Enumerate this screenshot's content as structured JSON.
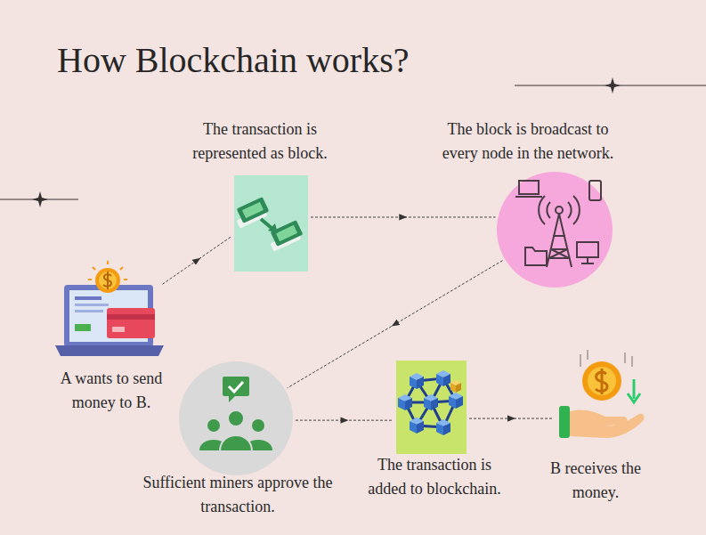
{
  "diagram": {
    "title": "How Blockchain works?",
    "nodes": [
      {
        "text": [
          "A wants to send money to B."
        ]
      },
      {
        "text": [
          "The transaction is represented as block."
        ]
      },
      {
        "text": [
          "The block is broadcast to every node in the network."
        ]
      },
      {
        "text": [
          "Sufficient miners approve the transaction."
        ]
      },
      {
        "text": [
          "The transaction is added to blockchain."
        ]
      },
      {
        "text": [
          "B receives the money."
        ]
      }
    ],
    "edges": [
      {
        "from": 0,
        "to": 1,
        "arrow": "to"
      },
      {
        "from": 1,
        "to": 2,
        "arrow": "to"
      },
      {
        "from": 2,
        "to": 3,
        "arrow": "to"
      },
      {
        "from": 3,
        "to": 4,
        "arrow": "to"
      },
      {
        "from": 4,
        "to": 5,
        "arrow": "to"
      }
    ]
  }
}
